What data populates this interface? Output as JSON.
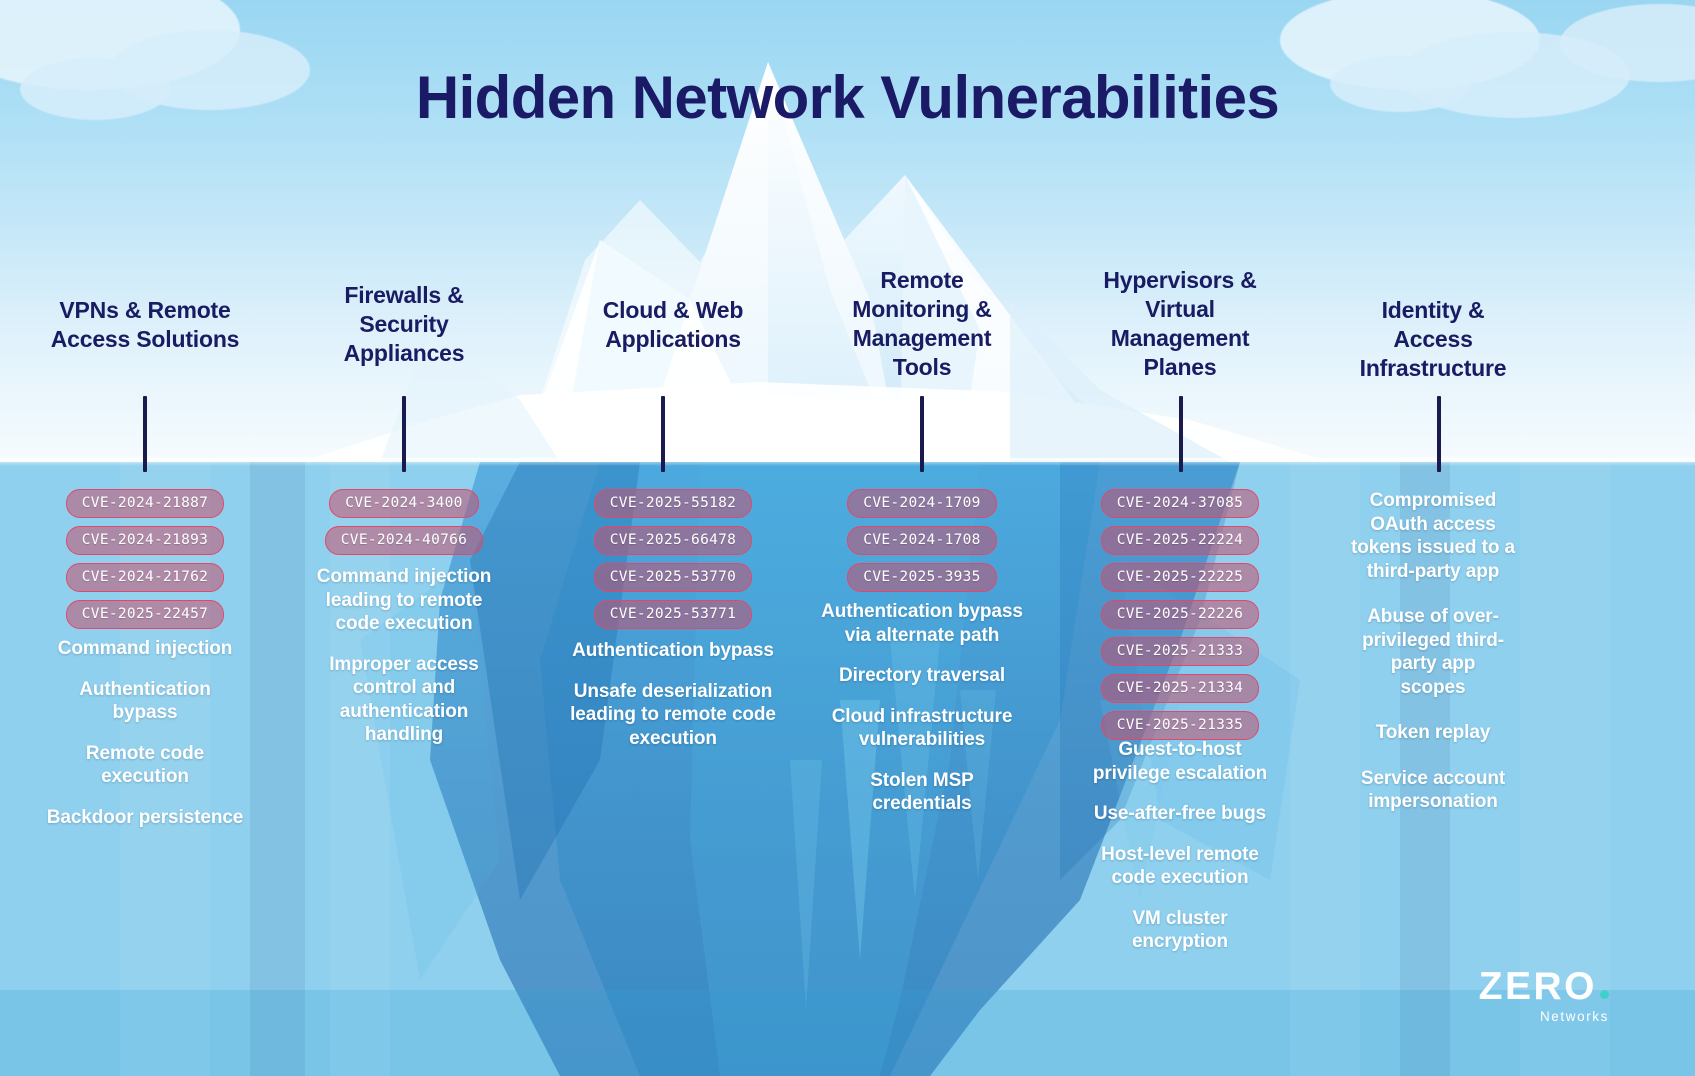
{
  "title": "Hidden Network Vulnerabilities",
  "brand": {
    "name": "ZERO",
    "tagline": "Networks",
    "accent_color": "#3fd0c9",
    "title_color": "#1b1a66",
    "badge_border_color": "#e0496b",
    "badge_fill_color": "rgba(196,80,110,0.55)",
    "sky_color": "#aadef5",
    "sea_color": "#2b7cbf"
  },
  "columns": [
    {
      "heading": "VPNs & Remote\nAccess Solutions",
      "heading_lines": [
        "VPNs & Remote",
        "Access Solutions"
      ],
      "cves": [
        "CVE-2024-21887",
        "CVE-2024-21893",
        "CVE-2024-21762",
        "CVE-2025-22457"
      ],
      "items": [
        "Command injection",
        "Authentication bypass",
        "Remote code execution",
        "Backdoor persistence"
      ]
    },
    {
      "heading": "Firewalls & Security Appliances",
      "heading_lines": [
        "Firewalls &",
        "Security",
        "Appliances"
      ],
      "cves": [
        "CVE-2024-3400",
        "CVE-2024-40766"
      ],
      "items": [
        "Command injection leading to remote code execution",
        "Improper access control and authentication handling"
      ]
    },
    {
      "heading": "Cloud & Web Applications",
      "heading_lines": [
        "Cloud & Web",
        "Applications"
      ],
      "cves": [
        "CVE-2025-55182",
        "CVE-2025-66478",
        "CVE-2025-53770",
        "CVE-2025-53771"
      ],
      "items": [
        "Authentication bypass",
        "Unsafe deserialization leading to remote code execution"
      ]
    },
    {
      "heading": "Remote Monitoring & Management Tools",
      "heading_lines": [
        "Remote",
        "Monitoring &",
        "Management",
        "Tools"
      ],
      "cves": [
        "CVE-2024-1709",
        "CVE-2024-1708",
        "CVE-2025-3935"
      ],
      "items": [
        "Authentication bypass via alternate path",
        "Directory traversal",
        "Cloud infrastructure vulnerabilities",
        "Stolen MSP credentials"
      ]
    },
    {
      "heading": "Hypervisors & Virtual Management Planes",
      "heading_lines": [
        "Hypervisors &",
        "Virtual",
        "Management",
        "Planes"
      ],
      "cves": [
        "CVE-2024-37085",
        "CVE-2025-22224",
        "CVE-2025-22225",
        "CVE-2025-22226",
        "CVE-2025-21333",
        "CVE-2025-21334",
        "CVE-2025-21335"
      ],
      "items": [
        "Guest-to-host privilege escalation",
        "Use-after-free bugs",
        "Host-level remote code execution",
        "VM cluster encryption"
      ]
    },
    {
      "heading": "Identity & Access Infrastructure",
      "heading_lines": [
        "Identity &",
        "Access",
        "Infrastructure"
      ],
      "cves": [],
      "items": [
        "Compromised OAuth access tokens issued to a third-party app",
        "Abuse of over-privileged third-party app scopes",
        "Token replay",
        "Service account impersonation"
      ]
    }
  ]
}
